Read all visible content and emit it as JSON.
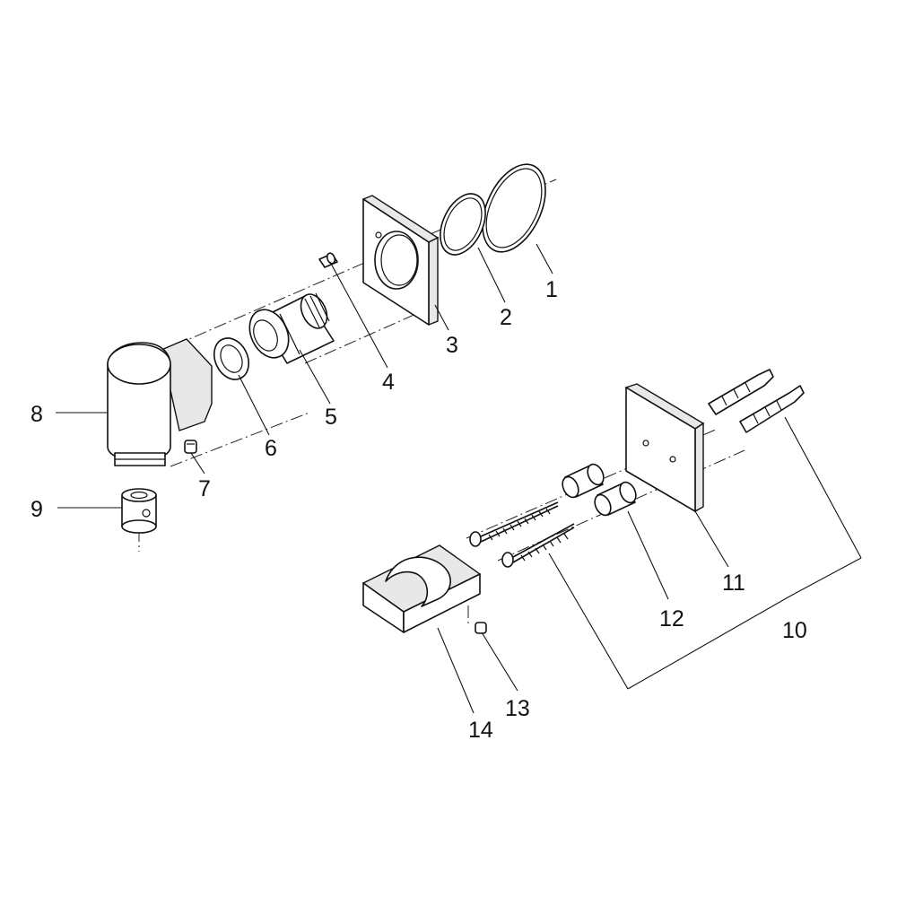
{
  "parts": [
    {
      "label": "1"
    },
    {
      "label": "2"
    },
    {
      "label": "3"
    },
    {
      "label": "4"
    },
    {
      "label": "5"
    },
    {
      "label": "6"
    },
    {
      "label": "7"
    },
    {
      "label": "8"
    },
    {
      "label": "9"
    },
    {
      "label": "10"
    },
    {
      "label": "11"
    },
    {
      "label": "12"
    },
    {
      "label": "13"
    },
    {
      "label": "14"
    }
  ]
}
